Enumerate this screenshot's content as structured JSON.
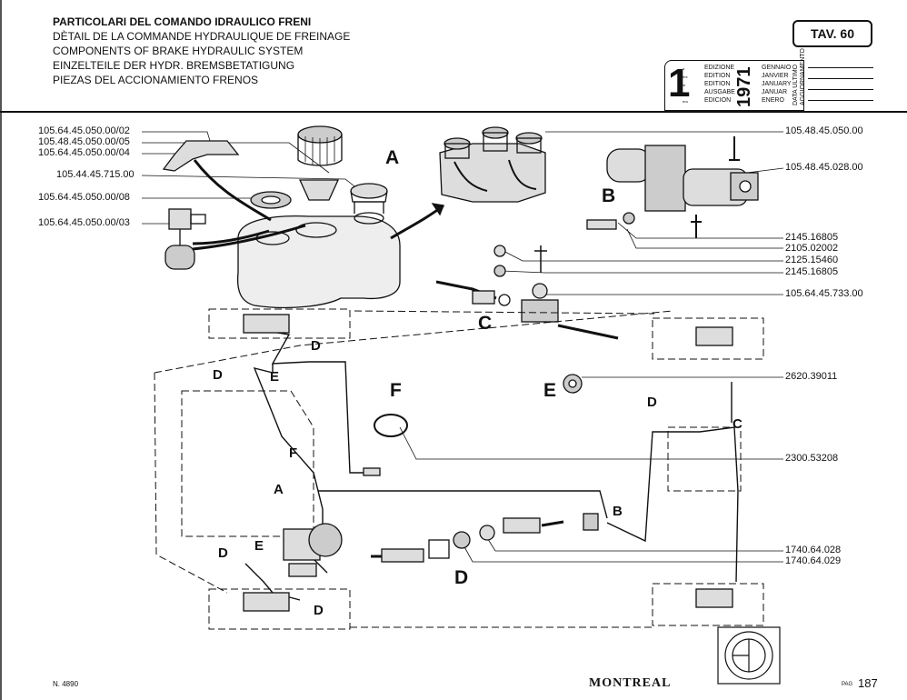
{
  "header": {
    "titles": [
      "PARTICOLARI DEL COMANDO IDRAULICO FRENI",
      "DÈTAIL DE LA COMMANDE HYDRAULIQUE  DE FREINAGE",
      "COMPONENTS OF BRAKE HYDRAULIC SYSTEM",
      "EINZELTEILE DER HYDR. BREMSBETATIGUNG",
      "PIEZAS DEL ACCIONAMIENTO FRENOS"
    ],
    "table": "TAV. 60"
  },
  "edition": {
    "number": "1",
    "ordinals": [
      "a",
      "ère",
      "st",
      "e",
      "era"
    ],
    "words": [
      "EDIZIONE",
      "EDITION",
      "EDITION",
      "AUSGABE",
      "EDICION"
    ],
    "year": "1971",
    "months": [
      "GENNAIO",
      "JANVIER",
      "JANUARY",
      "JANUAR",
      "ENERO"
    ],
    "update_label": "DATA ULTIMO",
    "update_label2": "AGGIORNAMENTO"
  },
  "parts_left": [
    "105.64.45.050.00/02",
    "105.48.45.050.00/05",
    "105.64.45.050.00/04",
    "105.44.45.715.00",
    "105.64.45.050.00/08",
    "105.64.45.050.00/03"
  ],
  "parts_right": [
    "105.48.45.050.00",
    "105.48.45.028.00",
    "2145.16805",
    "2105.02002",
    "2125.15460",
    "2145.16805",
    "105.64.45.733.00",
    "2620.39011",
    "2300.53208",
    "1740.64.028",
    "1740.64.029"
  ],
  "callouts": {
    "A": "A",
    "B": "B",
    "C": "C",
    "D": "D",
    "E": "E",
    "F": "F"
  },
  "footer": {
    "doc": "N. 4890",
    "brand": "MONTREAL",
    "pag": "PAG",
    "page": "187"
  }
}
